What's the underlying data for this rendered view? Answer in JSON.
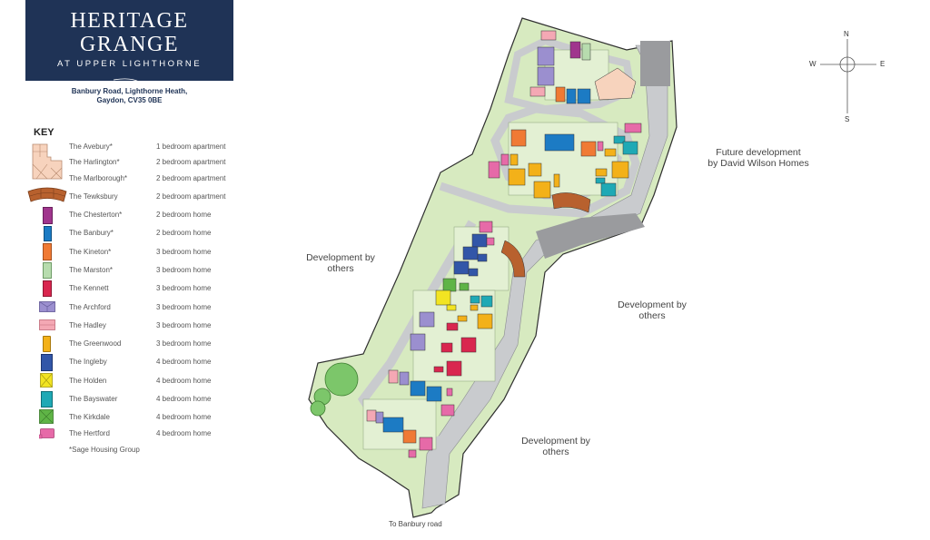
{
  "header": {
    "title": "HERITAGE GRANGE",
    "subtitle": "AT UPPER LIGHTHORNE",
    "background_color": "#1f3356",
    "address_line1": "Banbury Road, Lighthorne Heath,",
    "address_line2": "Gaydon, CV35 0BE"
  },
  "key": {
    "title": "KEY",
    "items": [
      {
        "name": "The Avebury*",
        "description": "1 bedroom apartment",
        "color": "#f7d3bd",
        "icon": "apartment-block-icon"
      },
      {
        "name": "The Harlington*",
        "description": "2 bedroom apartment",
        "color": "#f7d3bd",
        "icon": "apartment-block-icon"
      },
      {
        "name": "The Marlborough*",
        "description": "2 bedroom apartment",
        "color": "#f7d3bd",
        "icon": "apartment-block-icon"
      },
      {
        "name": "The Tewksbury",
        "description": "2 bedroom apartment",
        "color": "#b8612e",
        "icon": "curved-terrace-icon"
      },
      {
        "name": "The Chesterton*",
        "description": "2 bedroom home",
        "color": "#a0358d",
        "icon": "house-plan-icon"
      },
      {
        "name": "The Banbury*",
        "description": "2 bedroom home",
        "color": "#1c7bc4",
        "icon": "house-plan-icon"
      },
      {
        "name": "The Kineton*",
        "description": "3 bedroom home",
        "color": "#f07a34",
        "icon": "house-plan-icon"
      },
      {
        "name": "The Marston*",
        "description": "3 bedroom home",
        "color": "#b7dcae",
        "icon": "house-plan-icon"
      },
      {
        "name": "The Kennett",
        "description": "3 bedroom home",
        "color": "#d9264f",
        "icon": "house-plan-icon"
      },
      {
        "name": "The Archford",
        "description": "3 bedroom home",
        "color": "#9b8fcf",
        "icon": "house-plan-icon"
      },
      {
        "name": "The Hadley",
        "description": "3 bedroom home",
        "color": "#f4a8b4",
        "icon": "house-plan-icon"
      },
      {
        "name": "The Greenwood",
        "description": "3 bedroom home",
        "color": "#f3b119",
        "icon": "house-plan-icon"
      },
      {
        "name": "The Ingleby",
        "description": "4 bedroom home",
        "color": "#3256a8",
        "icon": "house-plan-icon"
      },
      {
        "name": "The Holden",
        "description": "4 bedroom home",
        "color": "#f2e422",
        "icon": "house-plan-icon"
      },
      {
        "name": "The Bayswater",
        "description": "4 bedroom home",
        "color": "#1fa9b5",
        "icon": "house-plan-icon"
      },
      {
        "name": "The Kirkdale",
        "description": "4 bedroom home",
        "color": "#5fb446",
        "icon": "house-plan-icon"
      },
      {
        "name": "The Hertford",
        "description": "4 bedroom home",
        "color": "#e66aa8",
        "icon": "house-plan-icon"
      }
    ],
    "footnote": "*Sage Housing Group"
  },
  "map": {
    "labels": {
      "future_dev_line1": "Future development",
      "future_dev_line2": "by David Wilson Homes",
      "dev_others_west_line1": "Development by",
      "dev_others_west_line2": "others",
      "dev_others_east_line1": "Development by",
      "dev_others_east_line2": "others",
      "dev_others_south_line1": "Development by",
      "dev_others_south_line2": "others",
      "road": "To Banbury road"
    },
    "colors": {
      "green_space": "#d7eac0",
      "road": "#c9cbce",
      "plot": "#e3f0d3",
      "outline": "#2f2f2f"
    }
  },
  "compass": {
    "north": "N",
    "south": "S",
    "east": "E",
    "west": "W"
  }
}
